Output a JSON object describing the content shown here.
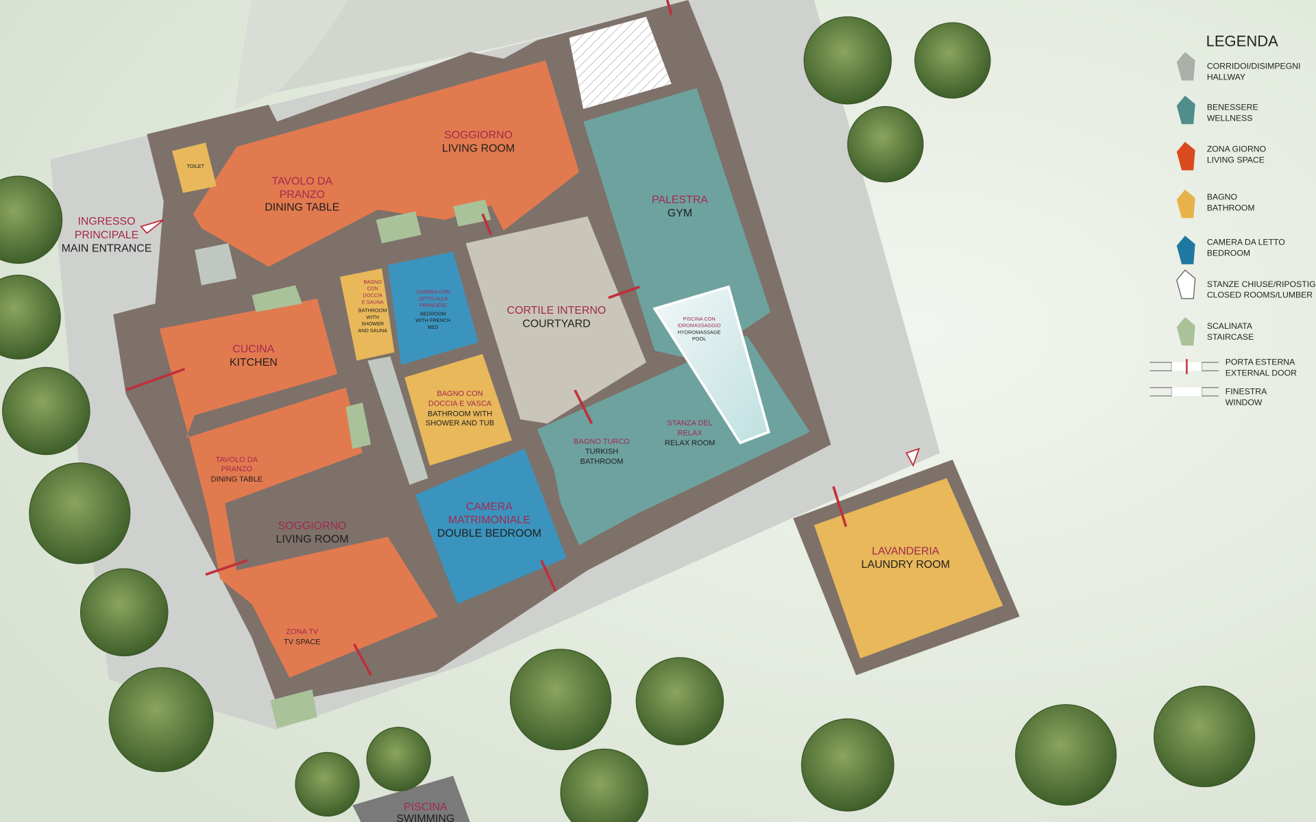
{
  "legend": {
    "title": "LEGENDA",
    "items": [
      {
        "it": "CORRIDOI/DISIMPEGNI",
        "en": "HALLWAY",
        "color": "#a9b0aa"
      },
      {
        "it": "BENESSERE",
        "en": "WELLNESS",
        "color": "#4f8e8a"
      },
      {
        "it": "ZONA GIORNO",
        "en": "LIVING SPACE",
        "color": "#d94a1f"
      },
      {
        "it": "BAGNO",
        "en": "BATHROOM",
        "color": "#e8b24a"
      },
      {
        "it": "CAMERA DA LETTO",
        "en": "BEDROOM",
        "color": "#1e78a0"
      },
      {
        "it": "STANZE CHIUSE/RIPOSTIGLI",
        "en": "CLOSED ROOMS/LUMBER",
        "color": "#ffffff"
      },
      {
        "it": "SCALINATA",
        "en": "STAIRCASE",
        "color": "#a9c29a"
      },
      {
        "it": "PORTA ESTERNA",
        "en": "EXTERNAL DOOR",
        "color": "#c0303a"
      },
      {
        "it": "FINESTRA",
        "en": "WINDOW",
        "color": "#ffffff"
      }
    ]
  },
  "rooms": {
    "toilet": {
      "en": "TOILET"
    },
    "dining_top": {
      "it1": "TAVOLO DA",
      "it2": "PRANZO",
      "en": "DINING TABLE"
    },
    "living_top": {
      "it": "SOGGIORNO",
      "en": "LIVING ROOM"
    },
    "entrance": {
      "it1": "INGRESSO",
      "it2": "PRINCIPALE",
      "en": "MAIN ENTRANCE"
    },
    "kitchen": {
      "it": "CUCINA",
      "en": "KITCHEN"
    },
    "dining_left": {
      "it1": "TAVOLO DA",
      "it2": "PRANZO",
      "en": "DINING TABLE"
    },
    "living_left": {
      "it": "SOGGIORNO",
      "en": "LIVING ROOM"
    },
    "tv": {
      "it": "ZONA TV",
      "en": "TV SPACE"
    },
    "bath_sauna": {
      "it": [
        "BAGNO",
        "CON",
        "DOCCIA",
        "E SAUNA"
      ],
      "en": [
        "BATHROOM",
        "WITH",
        "SHOWER",
        "AND SAUNA"
      ]
    },
    "french_bed": {
      "it": [
        "CAMERA CON",
        "LETTO ALLA",
        "FRANCESE"
      ],
      "en": [
        "BEDROOM",
        "WITH FRENCH",
        "BED"
      ]
    },
    "courtyard": {
      "it": "CORTILE INTERNO",
      "en": "COURTYARD"
    },
    "bath_tub": {
      "it1": "BAGNO CON",
      "it2": "DOCCIA E VASCA",
      "en1": "BATHROOM WITH",
      "en2": "SHOWER AND TUB"
    },
    "double_bed": {
      "it1": "CAMERA",
      "it2": "MATRIMONIALE",
      "en": "DOUBLE BEDROOM"
    },
    "gym": {
      "it": "PALESTRA",
      "en": "GYM"
    },
    "pool": {
      "it1": "PISCINA CON",
      "it2": "IDROMASSAGGIO",
      "en1": "HYDROMASSAGE",
      "en2": "POOL"
    },
    "turkish": {
      "it": "BAGNO TURCO",
      "en1": "TURKISH",
      "en2": "BATHROOM"
    },
    "relax": {
      "it1": "STANZA DEL",
      "it2": "RELAX",
      "en": "RELAX ROOM"
    },
    "laundry": {
      "it": "LAVANDERIA",
      "en": "LAUNDRY ROOM"
    },
    "swimming": {
      "it": "PISCINA",
      "en": "SWIMMING"
    }
  }
}
